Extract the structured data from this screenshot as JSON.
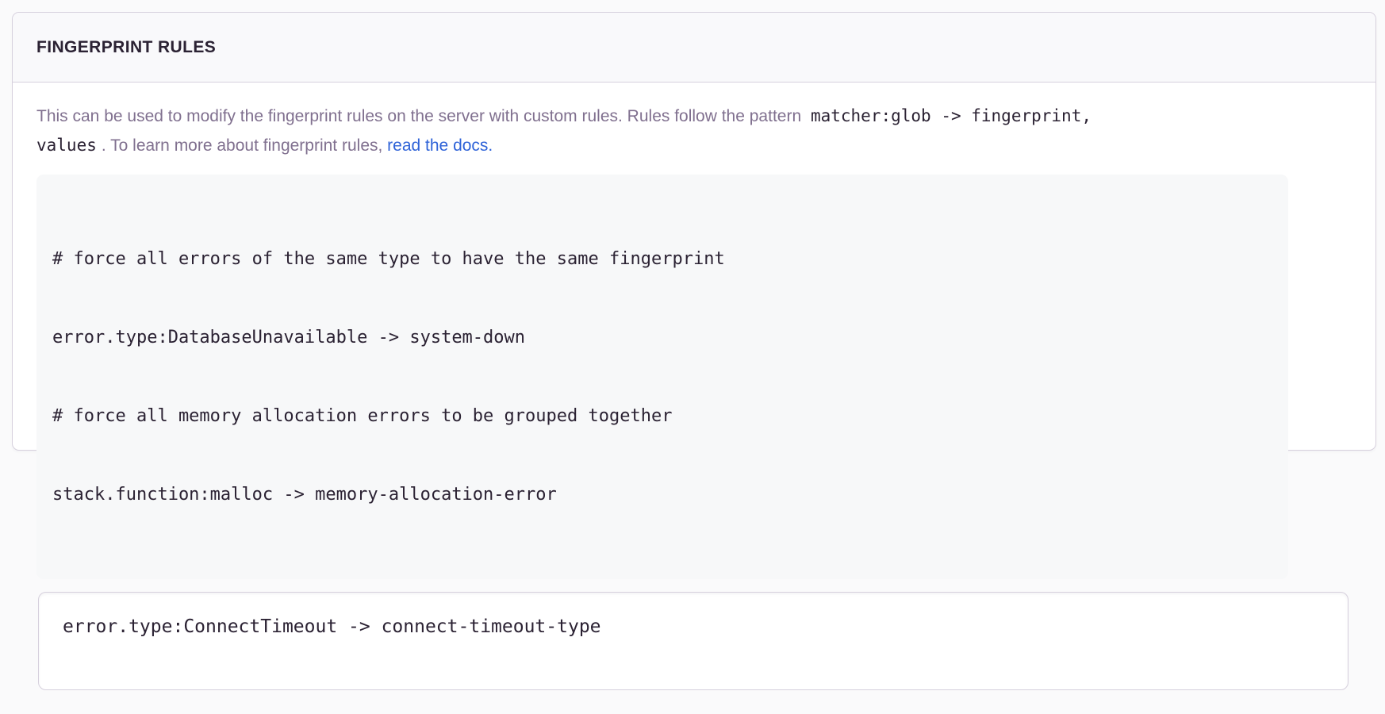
{
  "panel": {
    "header": {
      "title": "FINGERPRINT RULES"
    },
    "description": {
      "text_before": "This can be used to modify the fingerprint rules on the server with custom rules. Rules follow the pattern ",
      "pattern_code": "matcher:glob -> fingerprint, values",
      "pattern_code_line1": "matcher:glob -> fingerprint,",
      "pattern_code_line2": "values",
      "text_after": ". To learn more about fingerprint rules, ",
      "link_label": "read the docs."
    },
    "example": {
      "lines": [
        "# force all errors of the same type to have the same fingerprint",
        "error.type:DatabaseUnavailable -> system-down",
        "# force all memory allocation errors to be grouped together",
        "stack.function:malloc -> memory-allocation-error"
      ]
    },
    "input": {
      "value": "error.type:ConnectTimeout -> connect-timeout-type"
    }
  },
  "colors": {
    "page_background": "#fafafb",
    "panel_background": "#ffffff",
    "panel_border": "#d6d0dd",
    "header_background": "#f9f9fb",
    "header_text": "#2b2233",
    "description_text": "#80708f",
    "code_text": "#2b2233",
    "code_block_background": "#f7f8f9",
    "link": "#2f63d8"
  }
}
